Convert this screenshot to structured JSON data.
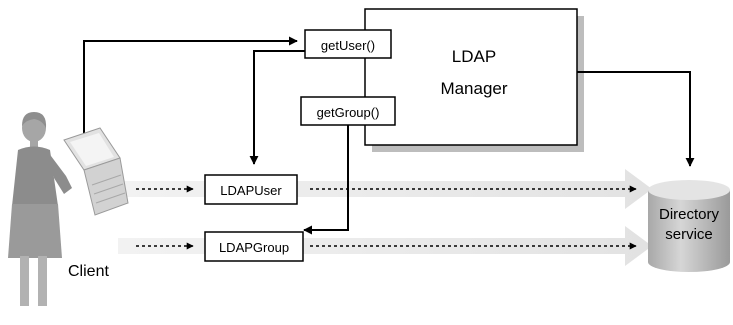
{
  "diagram": {
    "manager": {
      "line1": "LDAP",
      "line2": "Manager"
    },
    "methods": {
      "get_user": "getUser()",
      "get_group": "getGroup()"
    },
    "objects": {
      "user": "LDAPUser",
      "group": "LDAPGroup"
    },
    "client": {
      "label": "Client"
    },
    "directory": {
      "line1": "Directory",
      "line2": "service"
    }
  },
  "colors": {
    "line": "#000000",
    "box_border": "#000000",
    "box_fill": "#ffffff",
    "manager_shadow": "#bdbdbd",
    "wide_arrow": "#e6e6e6",
    "cylinder_body": "#c9c9c9",
    "cylinder_top": "#e4e4e4",
    "person": "#a9a9a9",
    "laptop": "#dcdcdc"
  }
}
